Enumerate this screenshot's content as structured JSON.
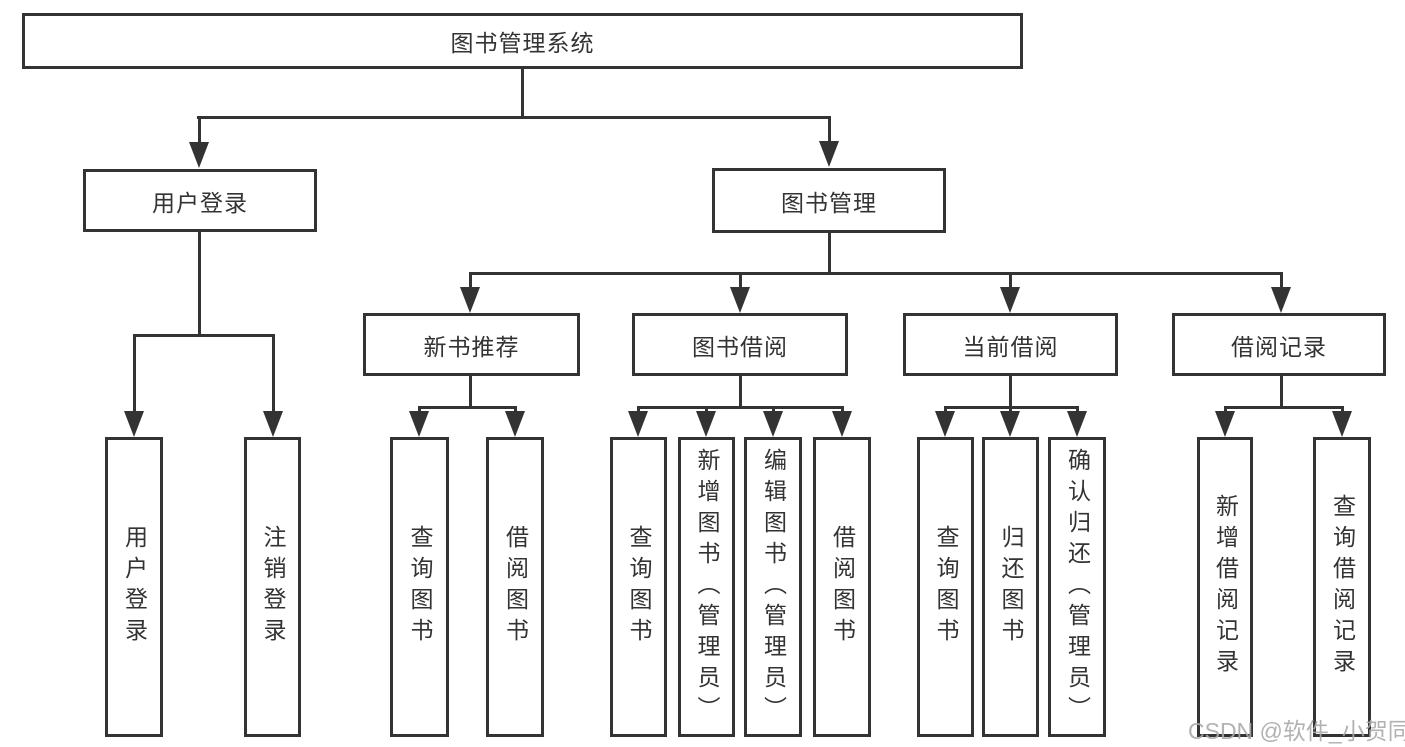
{
  "tree": {
    "root": {
      "label": "图书管理系统"
    },
    "branches": [
      {
        "label": "用户登录",
        "children": [
          {
            "label": "用户登录"
          },
          {
            "label": "注销登录"
          }
        ]
      },
      {
        "label": "图书管理",
        "children": [
          {
            "label": "新书推荐",
            "children": [
              {
                "label": "查询图书"
              },
              {
                "label": "借阅图书"
              }
            ]
          },
          {
            "label": "图书借阅",
            "children": [
              {
                "label": "查询图书"
              },
              {
                "label": "新增图书（管理员）"
              },
              {
                "label": "编辑图书（管理员）"
              },
              {
                "label": "借阅图书"
              }
            ]
          },
          {
            "label": "当前借阅",
            "children": [
              {
                "label": "查询图书"
              },
              {
                "label": "归还图书"
              },
              {
                "label": "确认归还（管理员）"
              }
            ]
          },
          {
            "label": "借阅记录",
            "children": [
              {
                "label": "新增借阅记录"
              },
              {
                "label": "查询借阅记录"
              }
            ]
          }
        ]
      }
    ]
  },
  "watermark": {
    "text": "CSDN @软件_小贺同学"
  },
  "colors": {
    "line": "#333333",
    "text": "#333333",
    "background": "#ffffff",
    "watermark": "#aaaaaa"
  }
}
